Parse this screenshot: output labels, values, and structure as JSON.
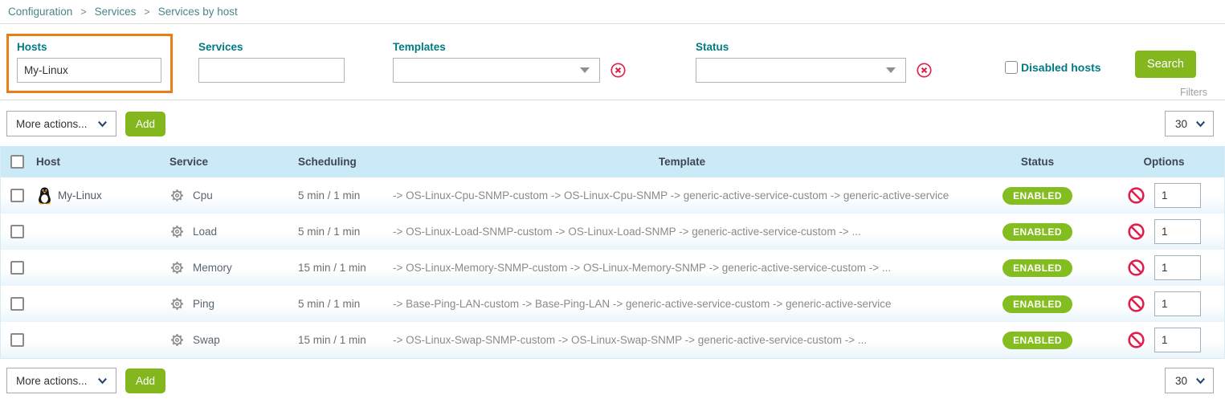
{
  "breadcrumb": {
    "items": [
      "Configuration",
      "Services",
      "Services by host"
    ],
    "separator": ">"
  },
  "filters": {
    "hosts": {
      "label": "Hosts",
      "value": "My-Linux"
    },
    "services": {
      "label": "Services",
      "value": ""
    },
    "templates": {
      "label": "Templates",
      "value": ""
    },
    "status": {
      "label": "Status",
      "value": ""
    },
    "disabled_hosts_label": "Disabled hosts",
    "search_label": "Search",
    "panel_label": "Filters"
  },
  "toolbar": {
    "more_actions_label": "More actions...",
    "add_label": "Add",
    "page_size": "30"
  },
  "table": {
    "headers": {
      "host": "Host",
      "service": "Service",
      "scheduling": "Scheduling",
      "template": "Template",
      "status": "Status",
      "options": "Options"
    },
    "rows": [
      {
        "host": "My-Linux",
        "service": "Cpu",
        "scheduling": "5 min / 1 min",
        "template": "-> OS-Linux-Cpu-SNMP-custom -> OS-Linux-Cpu-SNMP -> generic-active-service-custom -> generic-active-service",
        "status": "ENABLED",
        "options_value": "1"
      },
      {
        "host": "",
        "service": "Load",
        "scheduling": "5 min / 1 min",
        "template": "-> OS-Linux-Load-SNMP-custom -> OS-Linux-Load-SNMP -> generic-active-service-custom -> ...",
        "status": "ENABLED",
        "options_value": "1"
      },
      {
        "host": "",
        "service": "Memory",
        "scheduling": "15 min / 1 min",
        "template": "-> OS-Linux-Memory-SNMP-custom -> OS-Linux-Memory-SNMP -> generic-active-service-custom -> ...",
        "status": "ENABLED",
        "options_value": "1"
      },
      {
        "host": "",
        "service": "Ping",
        "scheduling": "5 min / 1 min",
        "template": "-> Base-Ping-LAN-custom -> Base-Ping-LAN -> generic-active-service-custom -> generic-active-service",
        "status": "ENABLED",
        "options_value": "1"
      },
      {
        "host": "",
        "service": "Swap",
        "scheduling": "15 min / 1 min",
        "template": "-> OS-Linux-Swap-SNMP-custom -> OS-Linux-Swap-SNMP -> generic-active-service-custom -> ...",
        "status": "ENABLED",
        "options_value": "1"
      }
    ]
  },
  "colors": {
    "teal": "#007b82",
    "accent_green": "#84b71e",
    "badge_green": "#84bd1f",
    "header_blue": "#cce9f7",
    "highlight_orange": "#e87d1a",
    "danger_red": "#e0204c"
  }
}
